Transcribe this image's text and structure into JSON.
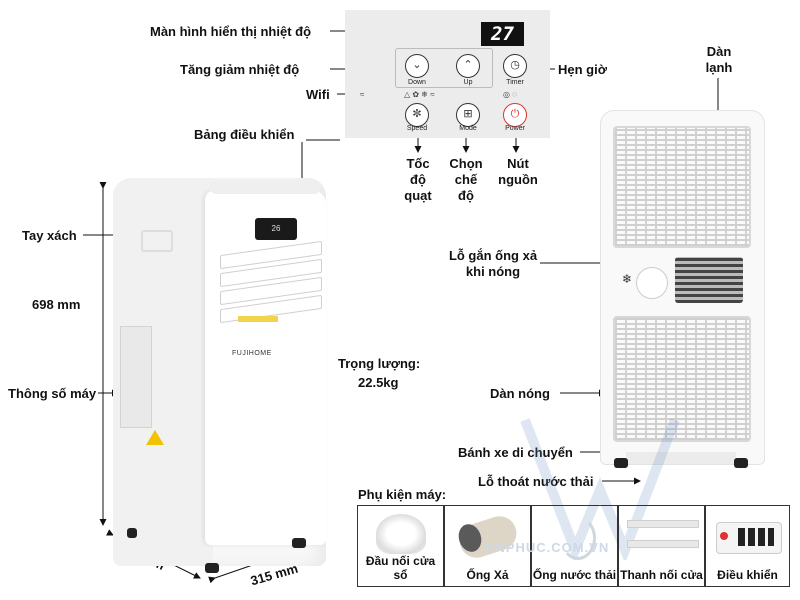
{
  "labels": {
    "display": "Màn hình hiển thị nhiệt độ",
    "temp_adjust": "Tăng giảm nhiệt độ",
    "wifi": "Wifi",
    "control_panel": "Bảng điều khiển",
    "timer_label": "Hẹn giờ",
    "fan_speed": [
      "Tốc",
      "độ",
      "quạt"
    ],
    "mode_select": [
      "Chọn",
      "chế",
      "độ"
    ],
    "power_button": [
      "Nút",
      "nguồn"
    ],
    "cold_coil": [
      "Dàn",
      "lạnh"
    ],
    "handle": "Tay xách",
    "height": "698 mm",
    "specs": "Thông số máy",
    "weight_title": "Trọng lượng:",
    "weight_value": "22.5kg",
    "exhaust_hole": [
      "Lỗ gắn ống xả",
      "khi nóng"
    ],
    "hot_coil": "Dàn nóng",
    "wheels": "Bánh xe di chuyển",
    "drain": "Lỗ thoát nước thải",
    "depth": "310 mm",
    "width": "315 mm"
  },
  "panel": {
    "display_value": "27",
    "buttons": {
      "down": "Down",
      "up": "Up",
      "timer": "Timer",
      "speed": "Speed",
      "mode": "Mode",
      "power": "Power"
    }
  },
  "unit": {
    "mini_display": "26",
    "brand": "FUJIHOME"
  },
  "accessories": {
    "title": "Phụ kiện máy:",
    "items": [
      "Đầu nối cửa sổ",
      "Ống Xả",
      "Ống nước thải",
      "Thanh nối cửa",
      "Điều khiển"
    ]
  },
  "watermark": "ANPHUC.COM.VN",
  "colors": {
    "power": "#d33333",
    "warning": "#f2c200",
    "display_bg": "#111111"
  }
}
